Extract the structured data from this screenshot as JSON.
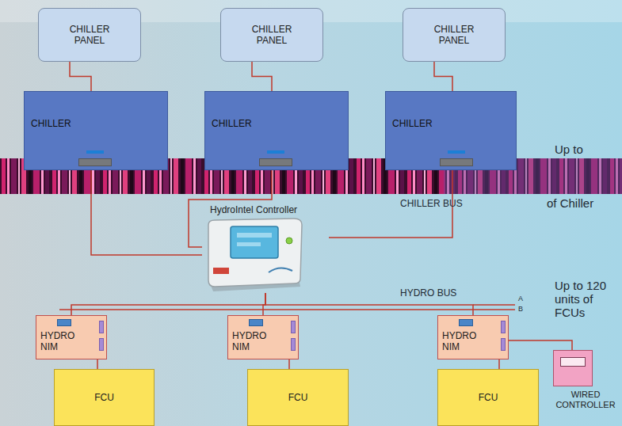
{
  "diagram": {
    "nodes": [
      {
        "text": [
          "CHILLER PANEL"
        ]
      },
      {
        "text": [
          "CHILLER PANEL"
        ]
      },
      {
        "text": [
          "CHILLER PANEL"
        ]
      },
      {
        "text": [
          "CHILLER"
        ]
      },
      {
        "text": [
          "CHILLER"
        ]
      },
      {
        "text": [
          "CHILLER"
        ]
      },
      {
        "text": [
          "HydroIntel Controller"
        ]
      },
      {
        "text": [
          "HYDRO NIM"
        ]
      },
      {
        "text": [
          "HYDRO NIM"
        ]
      },
      {
        "text": [
          "HYDRO NIM"
        ]
      },
      {
        "text": [
          "FCU"
        ]
      },
      {
        "text": [
          "FCU"
        ]
      },
      {
        "text": [
          "FCU"
        ]
      },
      {
        "text": [
          "WIRED CONTROLLER"
        ]
      }
    ],
    "edges": [
      {
        "from": 0,
        "to": 3,
        "arrow": "none"
      },
      {
        "from": 1,
        "to": 4,
        "arrow": "none"
      },
      {
        "from": 2,
        "to": 5,
        "arrow": "none"
      },
      {
        "from": 3,
        "to": 6,
        "arrow": "none"
      },
      {
        "from": 4,
        "to": 6,
        "arrow": "none"
      },
      {
        "from": 5,
        "to": 6,
        "arrow": "none"
      },
      {
        "from": 6,
        "to": 7,
        "arrow": "none"
      },
      {
        "from": 6,
        "to": 8,
        "arrow": "none"
      },
      {
        "from": 6,
        "to": 9,
        "arrow": "none"
      },
      {
        "from": 7,
        "to": 10,
        "arrow": "none"
      },
      {
        "from": 8,
        "to": 11,
        "arrow": "none"
      },
      {
        "from": 9,
        "to": 12,
        "arrow": "none"
      },
      {
        "from": 9,
        "to": 13,
        "arrow": "none"
      }
    ],
    "labels": [
      "CHILLER BUS",
      "Up to",
      "of Chiller",
      "HYDRO BUS",
      "A",
      "B",
      "Up to 120 units of FCUs"
    ]
  }
}
